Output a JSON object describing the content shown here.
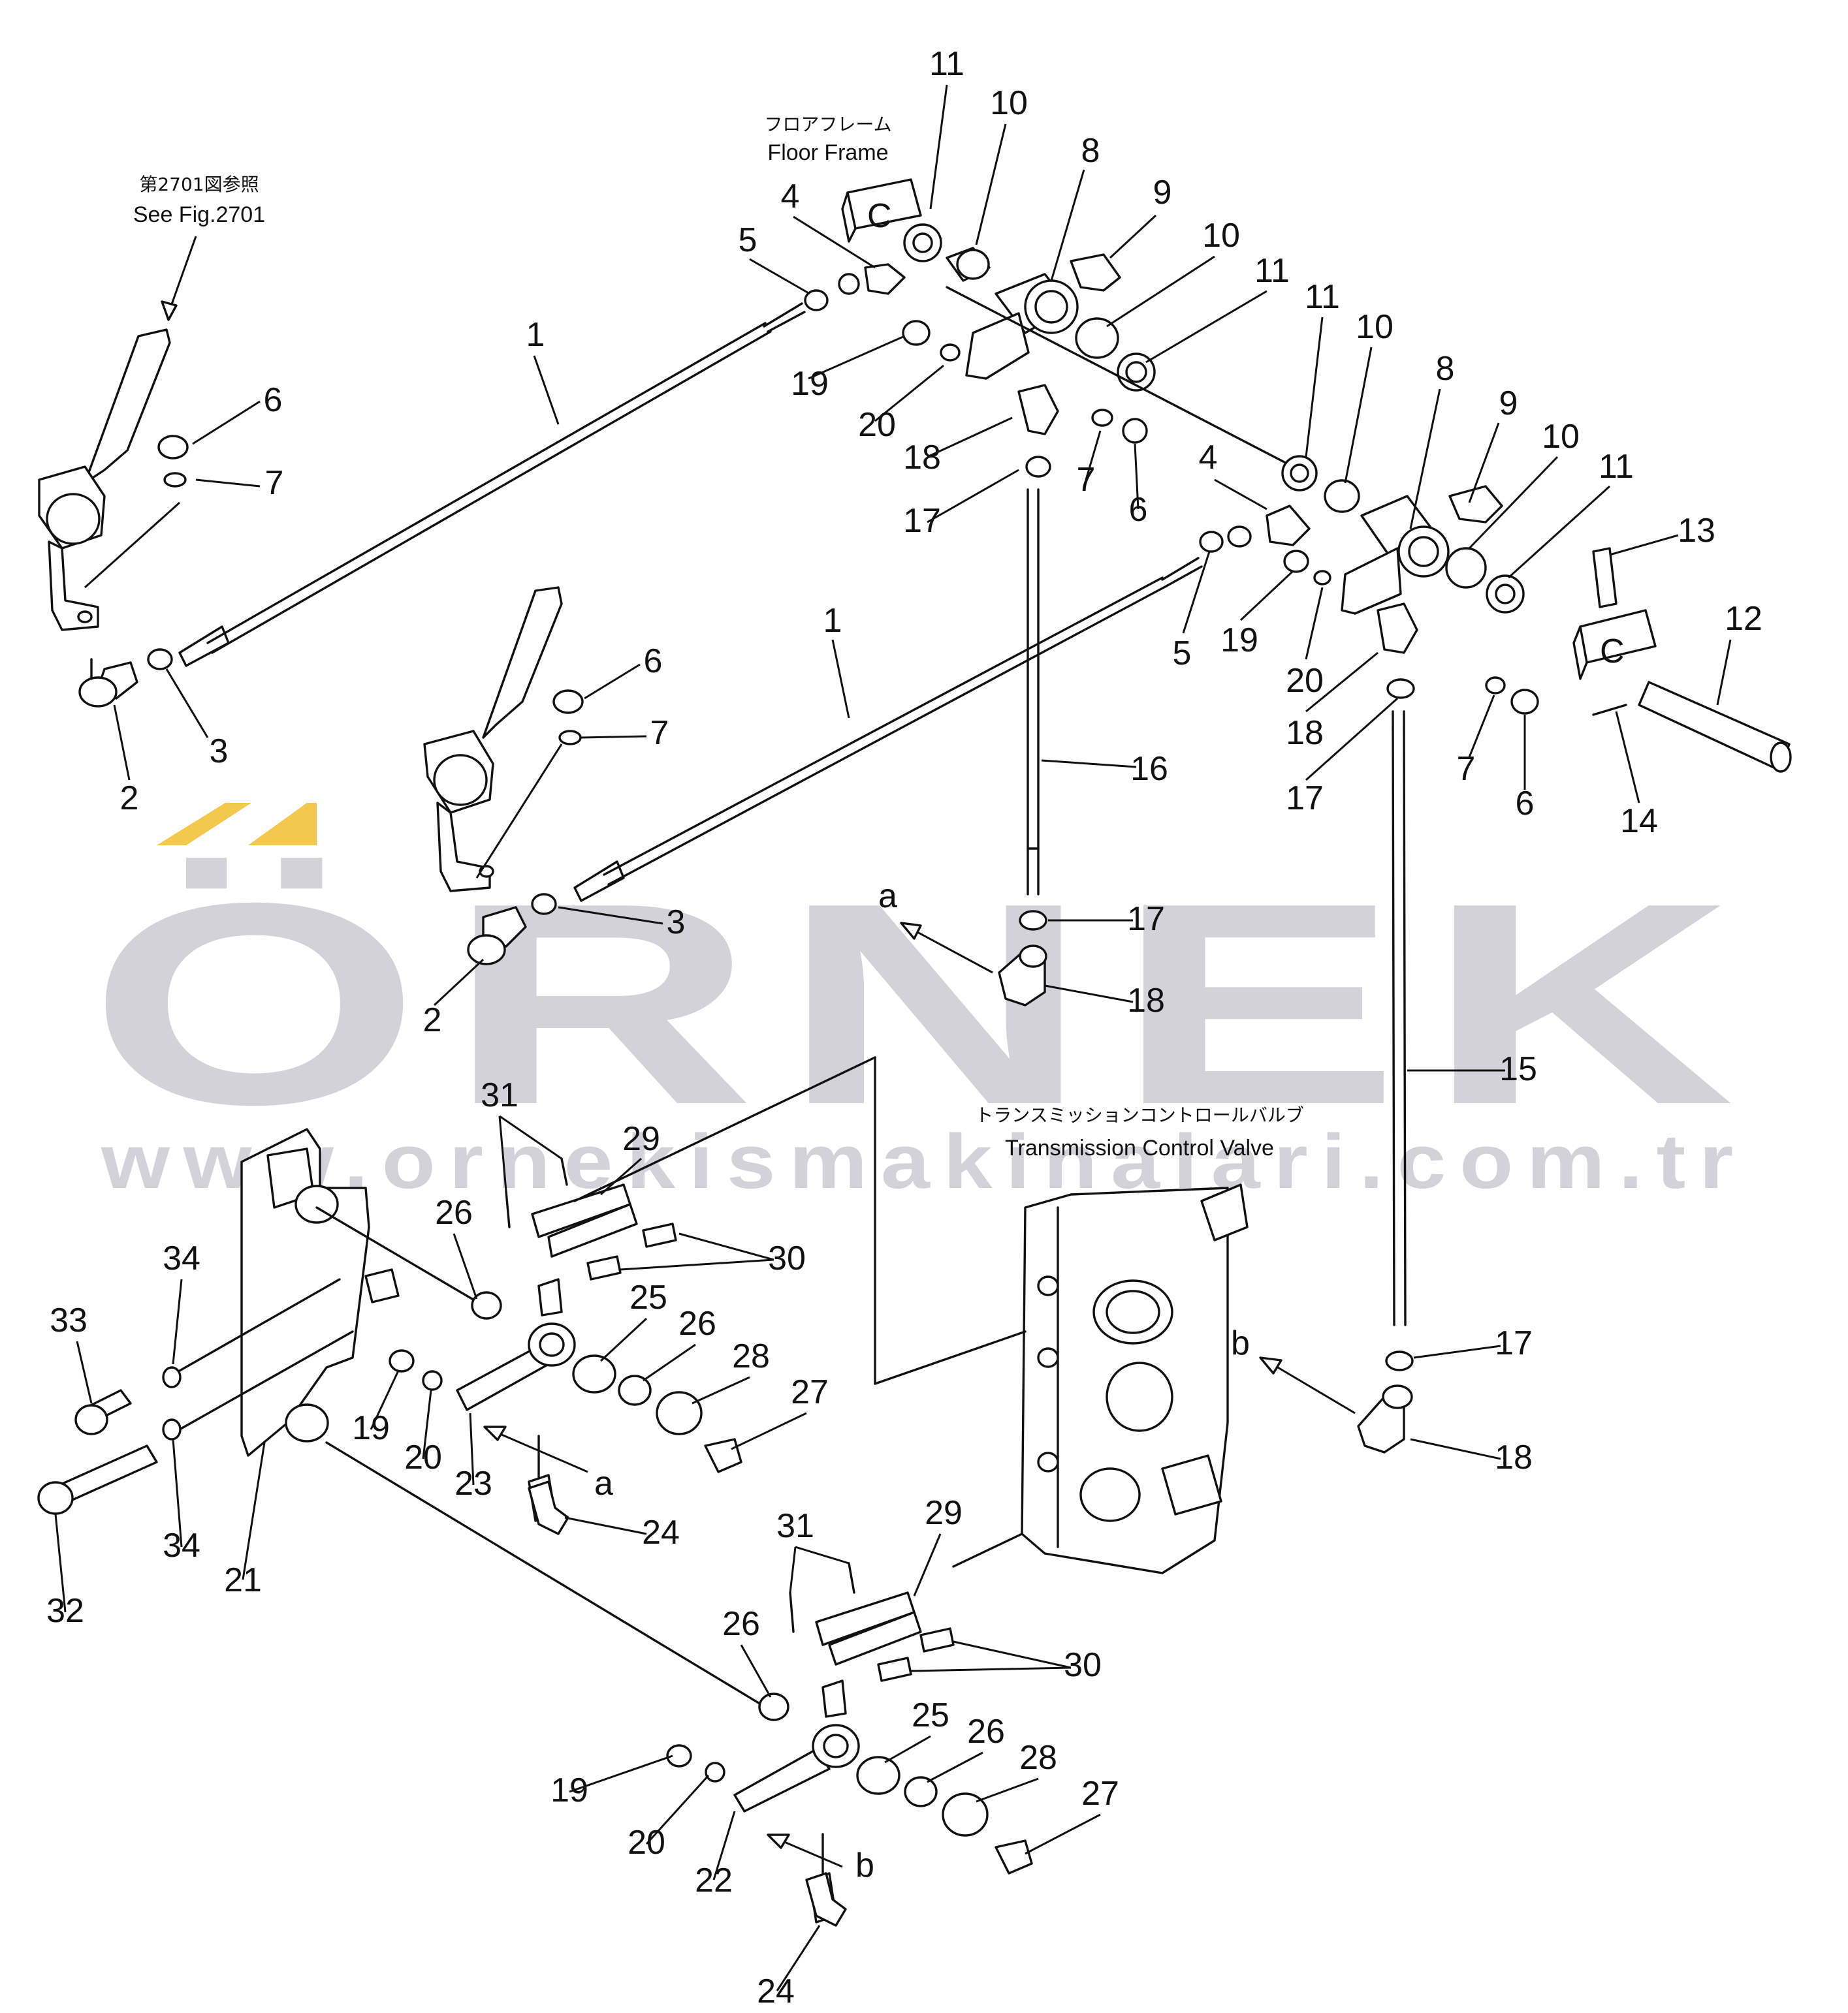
{
  "captions": {
    "floor_frame_jp": "フロアフレーム",
    "floor_frame_en": "Floor Frame",
    "see_fig_jp": "第2701図参照",
    "see_fig_en": "See Fig.2701",
    "tcv_jp": "トランスミッションコントロールバルブ",
    "tcv_en": "Transmission Control Valve"
  },
  "view_letters": [
    "a",
    "b"
  ],
  "watermark": {
    "brand": "ÖRNEK",
    "url": "www.ornekismakinalari.com.tr",
    "accent_color": "#f2c94c",
    "text_color": "#b8b5c2"
  },
  "callouts": [
    {
      "id": "c1",
      "text": "11"
    },
    {
      "id": "c2",
      "text": "10"
    },
    {
      "id": "c3",
      "text": "8"
    },
    {
      "id": "c4",
      "text": "9"
    },
    {
      "id": "c5",
      "text": "10"
    },
    {
      "id": "c6",
      "text": "11"
    },
    {
      "id": "c7",
      "text": "4"
    },
    {
      "id": "c8",
      "text": "5"
    },
    {
      "id": "c9",
      "text": "1"
    },
    {
      "id": "c10",
      "text": "6"
    },
    {
      "id": "c11",
      "text": "7"
    },
    {
      "id": "c12",
      "text": "19"
    },
    {
      "id": "c13",
      "text": "20"
    },
    {
      "id": "c14",
      "text": "18"
    },
    {
      "id": "c15",
      "text": "7"
    },
    {
      "id": "c16",
      "text": "6"
    },
    {
      "id": "c17",
      "text": "17"
    },
    {
      "id": "c18",
      "text": "11"
    },
    {
      "id": "c19",
      "text": "10"
    },
    {
      "id": "c20",
      "text": "8"
    },
    {
      "id": "c21",
      "text": "9"
    },
    {
      "id": "c22",
      "text": "10"
    },
    {
      "id": "c23",
      "text": "11"
    },
    {
      "id": "c24",
      "text": "4"
    },
    {
      "id": "c25",
      "text": "13"
    },
    {
      "id": "c26",
      "text": "12"
    },
    {
      "id": "c27",
      "text": "2"
    },
    {
      "id": "c28",
      "text": "3"
    },
    {
      "id": "c29",
      "text": "1"
    },
    {
      "id": "c30",
      "text": "6"
    },
    {
      "id": "c31",
      "text": "7"
    },
    {
      "id": "c32",
      "text": "5"
    },
    {
      "id": "c33",
      "text": "19"
    },
    {
      "id": "c34",
      "text": "20"
    },
    {
      "id": "c35",
      "text": "18"
    },
    {
      "id": "c36",
      "text": "17"
    },
    {
      "id": "c37",
      "text": "7"
    },
    {
      "id": "c38",
      "text": "6"
    },
    {
      "id": "c39",
      "text": "14"
    },
    {
      "id": "c40",
      "text": "16"
    },
    {
      "id": "c41",
      "text": "3"
    },
    {
      "id": "c42",
      "text": "2"
    },
    {
      "id": "c43",
      "text": "17"
    },
    {
      "id": "c44",
      "text": "18"
    },
    {
      "id": "c45",
      "text": "15"
    },
    {
      "id": "c46",
      "text": "31"
    },
    {
      "id": "c47",
      "text": "29"
    },
    {
      "id": "c48",
      "text": "26"
    },
    {
      "id": "c49",
      "text": "30"
    },
    {
      "id": "c50",
      "text": "34"
    },
    {
      "id": "c51",
      "text": "33"
    },
    {
      "id": "c52",
      "text": "25"
    },
    {
      "id": "c53",
      "text": "26"
    },
    {
      "id": "c54",
      "text": "28"
    },
    {
      "id": "c55",
      "text": "27"
    },
    {
      "id": "c56",
      "text": "19"
    },
    {
      "id": "c57",
      "text": "20"
    },
    {
      "id": "c58",
      "text": "23"
    },
    {
      "id": "c59",
      "text": "24"
    },
    {
      "id": "c60",
      "text": "34"
    },
    {
      "id": "c61",
      "text": "21"
    },
    {
      "id": "c62",
      "text": "32"
    },
    {
      "id": "c63",
      "text": "17"
    },
    {
      "id": "c64",
      "text": "18"
    },
    {
      "id": "c65",
      "text": "31"
    },
    {
      "id": "c66",
      "text": "29"
    },
    {
      "id": "c67",
      "text": "26"
    },
    {
      "id": "c68",
      "text": "30"
    },
    {
      "id": "c69",
      "text": "25"
    },
    {
      "id": "c70",
      "text": "26"
    },
    {
      "id": "c71",
      "text": "28"
    },
    {
      "id": "c72",
      "text": "27"
    },
    {
      "id": "c73",
      "text": "19"
    },
    {
      "id": "c74",
      "text": "20"
    },
    {
      "id": "c75",
      "text": "22"
    },
    {
      "id": "c76",
      "text": "24"
    }
  ]
}
